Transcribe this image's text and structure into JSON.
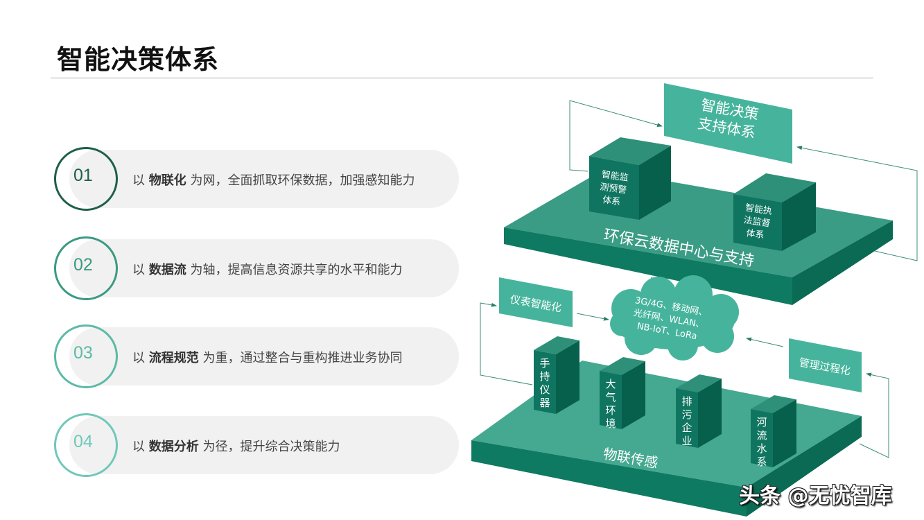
{
  "title": "智能决策体系",
  "items": [
    {
      "num": "01",
      "prefix": "以 ",
      "bold": "物联化",
      "rest": " 为网，全面抓取环保数据，加强感知能力",
      "color": "#1d5f4b"
    },
    {
      "num": "02",
      "prefix": "以 ",
      "bold": "数据流",
      "rest": " 为轴，提高信息资源共享的水平和能力",
      "color": "#3a9a82"
    },
    {
      "num": "03",
      "prefix": "以 ",
      "bold": "流程规范",
      "rest": " 为重，通过整合与重构推进业务协同",
      "color": "#5cbaa6"
    },
    {
      "num": "04",
      "prefix": "以 ",
      "bold": "数据分析",
      "rest": " 为径，提升综合决策能力",
      "color": "#70c8ba"
    }
  ],
  "diagram": {
    "top_box": [
      "智能决策",
      "支持体系"
    ],
    "upper_slab": "环保云数据中心与支持",
    "cube1": [
      "智能监",
      "测预警",
      "体系"
    ],
    "cube2": [
      "智能执",
      "法监督",
      "体系"
    ],
    "left_box": "仪表智能化",
    "right_box": "管理过程化",
    "cloud": [
      "3G/4G、移动网、",
      "光纤网、WLAN、",
      "NB-IoT、LoRa"
    ],
    "lower_slab": "物联传感",
    "pillars": [
      [
        "手",
        "持",
        "仪",
        "器"
      ],
      [
        "大",
        "气",
        "环",
        "境"
      ],
      [
        "排",
        "污",
        "企",
        "业"
      ],
      [
        "河",
        "流",
        "水",
        "系"
      ]
    ]
  },
  "colors": {
    "slab_top": "#3a9c84",
    "slab_front": "#0e7a62",
    "slab_side": "#0a6a54",
    "box": "#46b49c"
  },
  "watermark": "头条 @无忧智库"
}
